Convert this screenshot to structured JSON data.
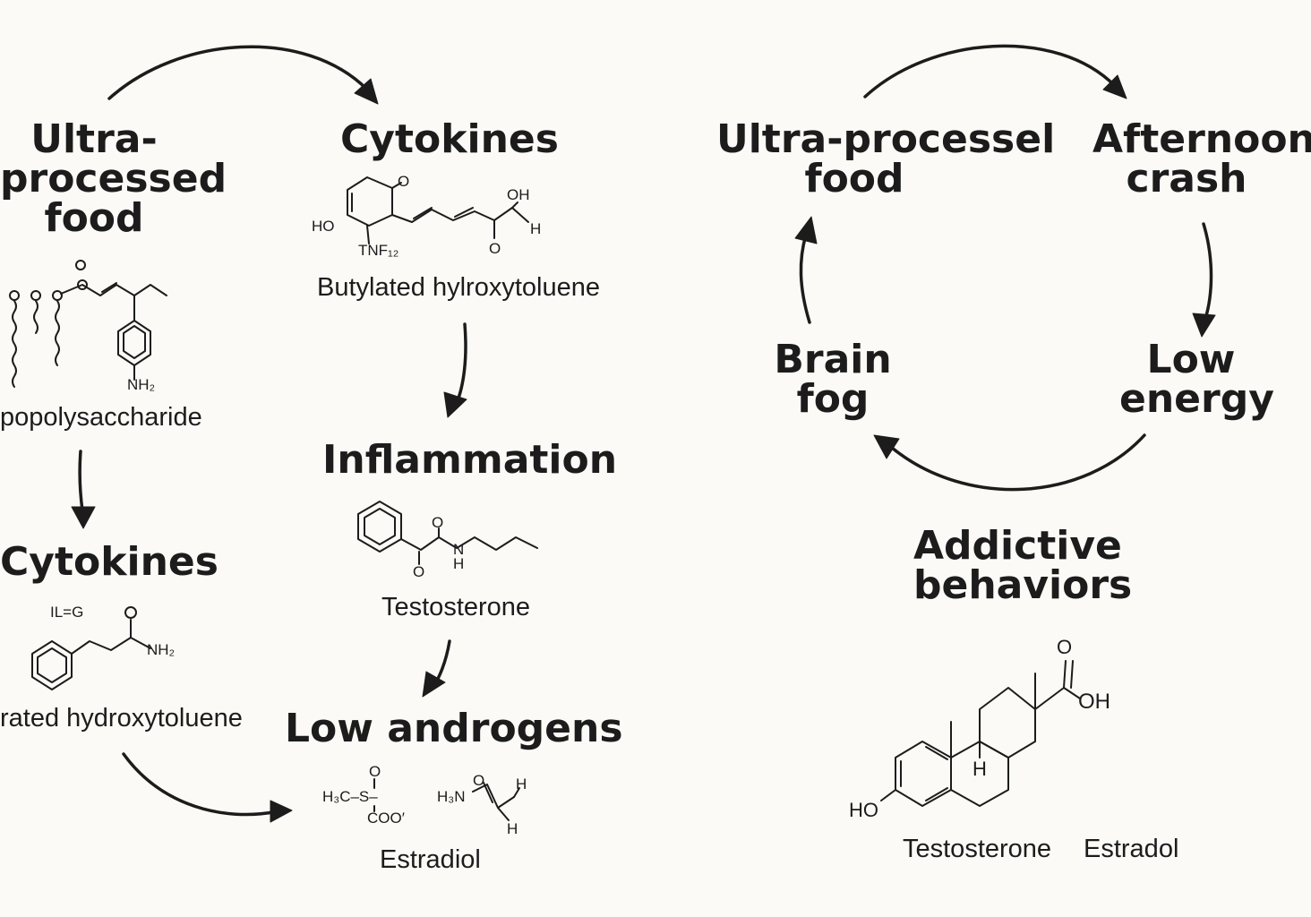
{
  "left_cycle": {
    "node_ultra": "Ultra-\nprocessed\nfood",
    "node_cytokines_top": "Cytokines",
    "node_inflammation": "Inflammation",
    "node_low_androgens": "Low androgens",
    "node_cytokines_left": "Cytokines",
    "cap_lipopoly": "popolysaccharide",
    "cap_bht_top": "Butylated hylroxytoluene",
    "cap_testosterone": "Testosterone",
    "cap_bht_left": "rated hydroxytoluene",
    "cap_estradiol": "Estradiol"
  },
  "right_cycle": {
    "node_ultra": "Ultra-processel\nfood",
    "node_afternoon": "Afternoon\ncrash",
    "node_low_energy": "Low\nenergy",
    "node_brain_fog": "Brain\nfog",
    "node_addictive": "Addictive\nbehaviors",
    "cap_testosterone": "Testosterone",
    "cap_estradol": "Estradol"
  },
  "chem_labels": {
    "cyto_o": "O",
    "cyto_ho": "HO",
    "cyto_tnf": "TNF₁₂",
    "cyto_oh": "OH",
    "cyto_h": "H",
    "cyto_o2": "O",
    "lps_nh": "NH₂",
    "il": "IL=G",
    "amide_o": "O",
    "amide_nh2": "NH₂",
    "testo_o": "O",
    "testo_n": "N",
    "testo_h": "H",
    "testo_o2": "O",
    "est_h3c": "H₃C–S–",
    "est_o": "O",
    "est_coo": "COO′",
    "est_h3n": "H₃N",
    "est_o2": "O",
    "est_h": "H",
    "est_h2": "H",
    "ster_o": "O",
    "ster_oh": "OH",
    "ster_h": "H",
    "ster_ho": "HO"
  }
}
